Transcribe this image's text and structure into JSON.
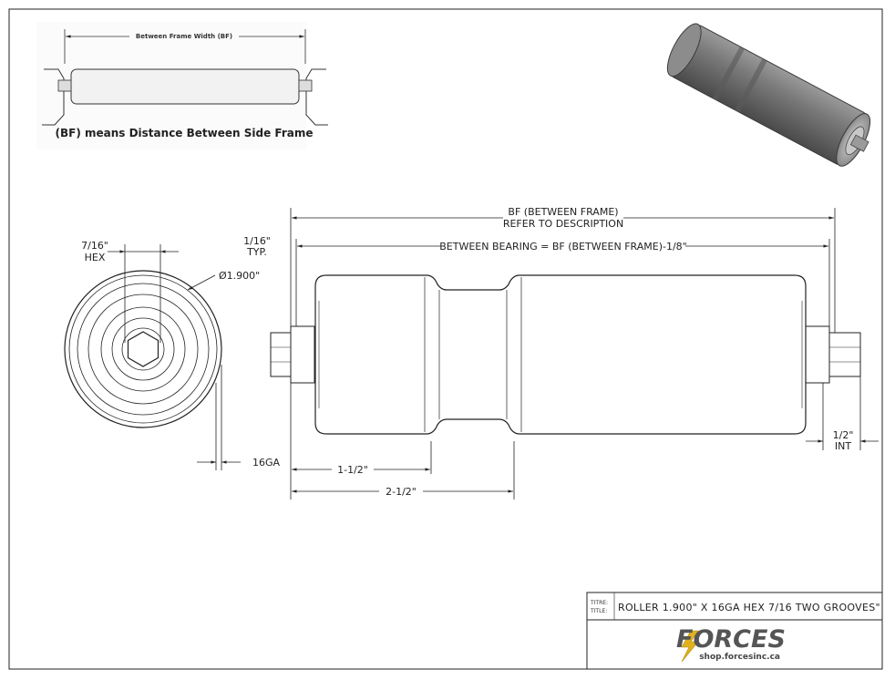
{
  "inset": {
    "title": "Between Frame Width (BF)",
    "caption": "(BF) means Distance Between Side Frame"
  },
  "end_view": {
    "hex_label": [
      "7/16\"",
      "HEX"
    ],
    "diameter_label": "Ø1.900\"",
    "gauge_label": "16GA"
  },
  "side_view": {
    "typ_label": [
      "1/16\"",
      "TYP."
    ],
    "bf_label": [
      "BF (BETWEEN FRAME)",
      "REFER TO DESCRIPTION"
    ],
    "bearing_label": "BETWEEN BEARING = BF (BETWEEN FRAME)-1/8\"",
    "groove1_label": "1-1/2\"",
    "groove2_label": "2-1/2\"",
    "int_label": [
      "1/2\"",
      "INT"
    ]
  },
  "title_block": {
    "field_labels": [
      "TITRE:",
      "TITLE:"
    ],
    "title": "ROLLER 1.900\" X 16GA HEX 7/16 TWO GROOVES\"",
    "logo": "FORCES",
    "website": "shop.forcesinc.ca"
  },
  "colors": {
    "line": "#222222",
    "roller_dark": "#6b6b6b",
    "logo_gray": "#555555",
    "bolt_yellow": "#e0b21c"
  }
}
